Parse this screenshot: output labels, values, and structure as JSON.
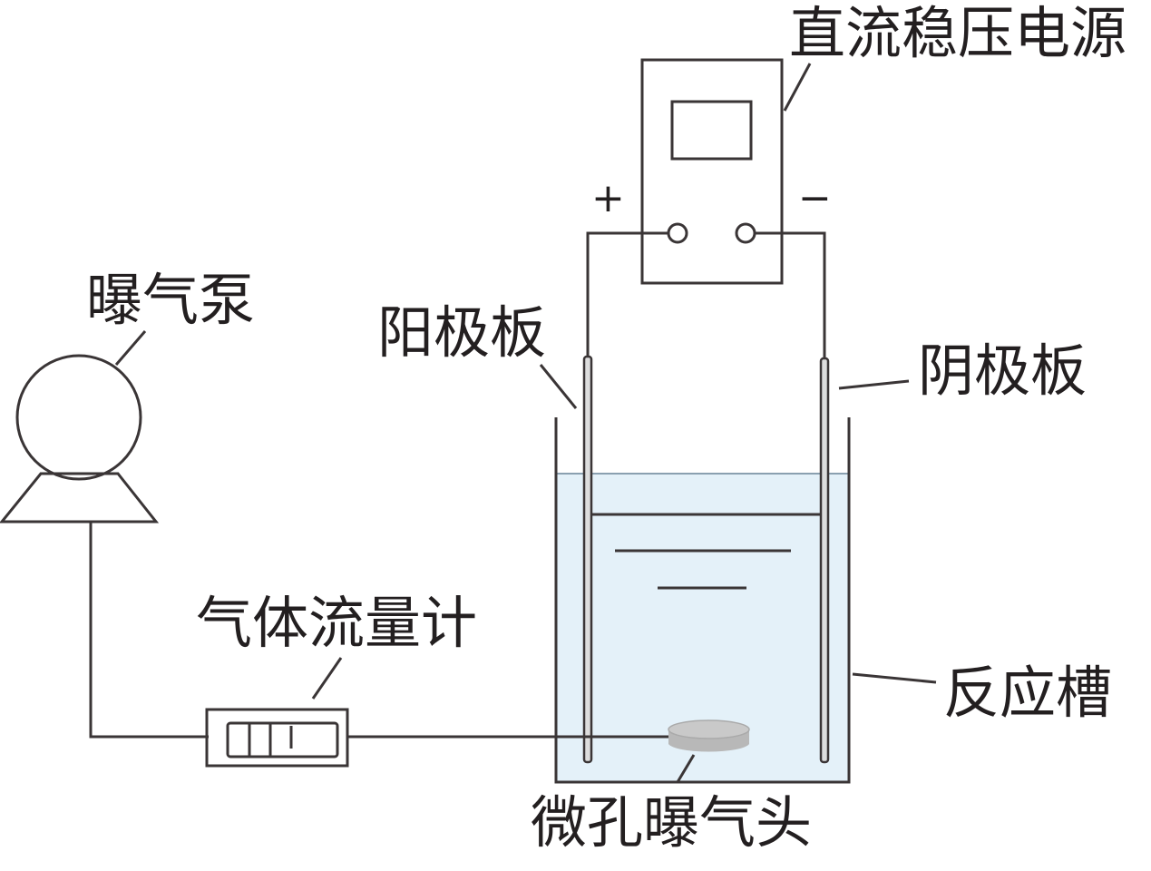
{
  "labels": {
    "power_supply": "直流稳压电源",
    "pump": "曝气泵",
    "anode": "阳极板",
    "cathode": "阴极板",
    "flowmeter": "气体流量计",
    "reactor": "反应槽",
    "diffuser": "微孔曝气头",
    "plus": "+",
    "minus": "−"
  },
  "colors": {
    "water": "#e4f1f9",
    "stroke": "#3a3536",
    "diffuser": "#bdbdbd"
  }
}
